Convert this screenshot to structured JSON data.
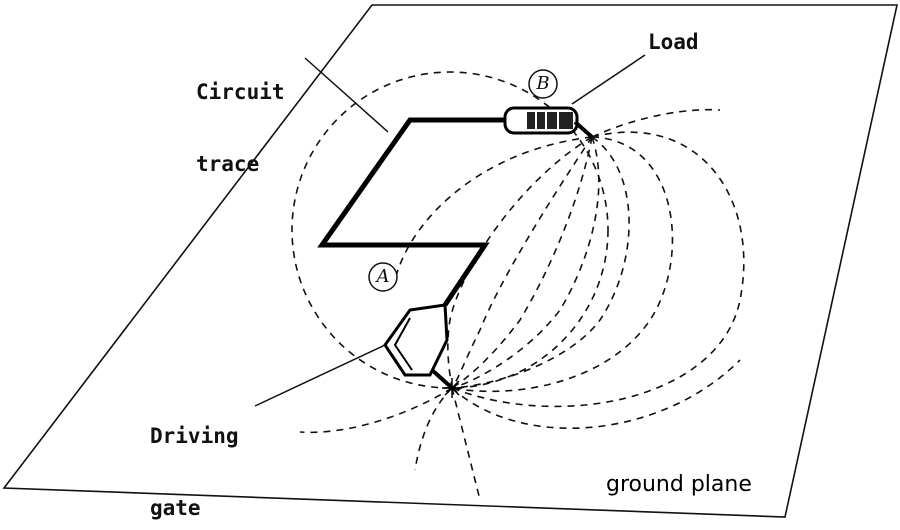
{
  "labels": {
    "circuit_trace_line1": "Circuit",
    "circuit_trace_line2": "trace",
    "load": "Load",
    "driving_gate_line1": "Driving",
    "driving_gate_line2": "gate",
    "ground_plane": "ground plane",
    "point_a": "A",
    "point_b": "B"
  }
}
